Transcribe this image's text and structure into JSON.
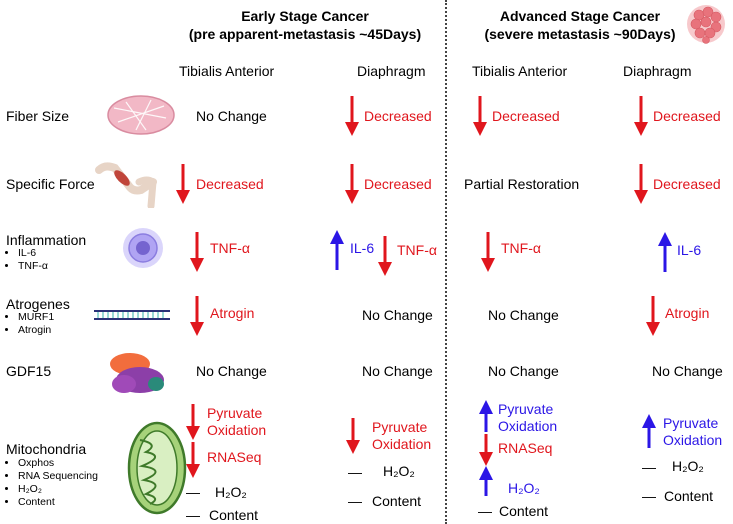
{
  "headers": {
    "early": {
      "line1": "Early Stage Cancer",
      "line2": "(pre apparent-metastasis ~45Days)"
    },
    "advanced": {
      "line1": "Advanced Stage Cancer",
      "line2": "(severe metastasis ~90Days)"
    }
  },
  "columns": {
    "early_ta": "Tibialis Anterior",
    "early_dia": "Diaphragm",
    "adv_ta": "Tibialis Anterior",
    "adv_dia": "Diaphragm"
  },
  "rows": {
    "fiber_size": {
      "label": "Fiber Size"
    },
    "specific_force": {
      "label": "Specific Force"
    },
    "inflammation": {
      "label": "Inflammation",
      "items": [
        "IL-6",
        "TNF-α"
      ]
    },
    "atrogenes": {
      "label": "Atrogenes",
      "items": [
        "MURF1",
        "Atrogin"
      ]
    },
    "gdf15": {
      "label": "GDF15"
    },
    "mitochondria": {
      "label": "Mitochondria",
      "items": [
        "Oxphos",
        "RNA Sequencing",
        "H₂O₂",
        "Content"
      ]
    }
  },
  "cells": {
    "fiber_early_ta": "No Change",
    "fiber_early_dia": "Decreased",
    "fiber_adv_ta": "Decreased",
    "fiber_adv_dia": "Decreased",
    "force_early_ta": "Decreased",
    "force_early_dia": "Decreased",
    "force_adv_ta": "Partial Restoration",
    "force_adv_dia": "Decreased",
    "infl_early_ta": "TNF-α",
    "infl_early_dia_il6": "IL-6",
    "infl_early_dia_tnf": "TNF-α",
    "infl_adv_ta": "TNF-α",
    "infl_adv_dia": "IL-6",
    "atro_early_ta": "Atrogin",
    "atro_early_dia": "No Change",
    "atro_adv_ta": "No Change",
    "atro_adv_dia": "Atrogin",
    "gdf_early_ta": "No Change",
    "gdf_early_dia": "No Change",
    "gdf_adv_ta": "No Change",
    "gdf_adv_dia": "No Change",
    "mito_early_ta_pyr1": "Pyruvate",
    "mito_early_ta_pyr2": "Oxidation",
    "mito_early_ta_rna": "RNASeq",
    "mito_early_ta_h2o2": "H₂O₂",
    "mito_early_ta_content": "Content",
    "mito_early_dia_pyr1": "Pyruvate",
    "mito_early_dia_pyr2": "Oxidation",
    "mito_early_dia_h2o2": "H₂O₂",
    "mito_early_dia_content": "Content",
    "mito_adv_ta_pyr1": "Pyruvate",
    "mito_adv_ta_pyr2": "Oxidation",
    "mito_adv_ta_rna": "RNASeq",
    "mito_adv_ta_h2o2": "H₂O₂",
    "mito_adv_ta_content": "Content",
    "mito_adv_dia_pyr1": "Pyruvate",
    "mito_adv_dia_pyr2": "Oxidation",
    "mito_adv_dia_h2o2": "H₂O₂",
    "mito_adv_dia_content": "Content"
  },
  "colors": {
    "decrease": "#e0161d",
    "increase": "#2b16e6",
    "no_change": "#000000"
  },
  "icons": [
    "tumor-cluster-icon",
    "muscle-cross-section-icon",
    "arm-muscle-icon",
    "immune-cell-icon",
    "dna-strand-icon",
    "protein-structure-icon",
    "mitochondrion-icon"
  ]
}
